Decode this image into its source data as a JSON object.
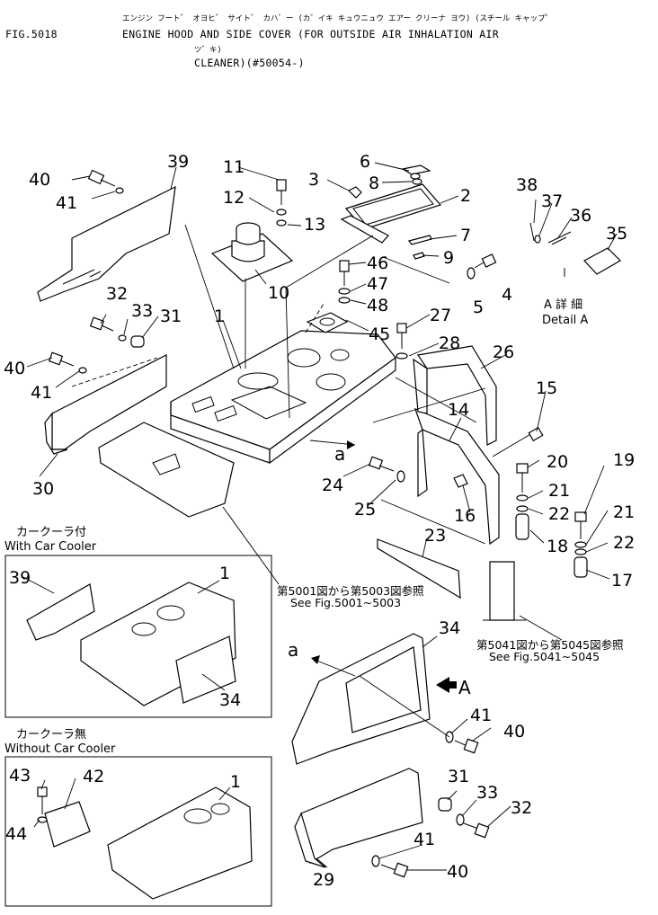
{
  "header": {
    "fig_no": "FIG.5018",
    "kana_title": "エンジン フート゛ オヨヒ゛ サイト゛ カハ゛ー (カ゛イキ キュウニュウ エアー クリーナ ヨウ) (スチール キャップ゜",
    "title_line1": "ENGINE HOOD AND SIDE COVER (FOR OUTSIDE AIR INHALATION AIR",
    "kana_line2": "ツ゛キ)",
    "title_line3": "CLEANER)(#50054-)"
  },
  "callouts": {
    "n1": "1",
    "n2": "2",
    "n3": "3",
    "n4": "4",
    "n5": "5",
    "n6": "6",
    "n7": "7",
    "n8": "8",
    "n9": "9",
    "n10": "10",
    "n11": "11",
    "n12": "12",
    "n13": "13",
    "n14": "14",
    "n15": "15",
    "n16": "16",
    "n17": "17",
    "n18": "18",
    "n19": "19",
    "n20": "20",
    "n21": "21",
    "n22": "22",
    "n23": "23",
    "n24": "24",
    "n25": "25",
    "n26": "26",
    "n27": "27",
    "n28": "28",
    "n29": "29",
    "n30": "30",
    "n31": "31",
    "n32": "32",
    "n33": "33",
    "n34": "34",
    "n35": "35",
    "n36": "36",
    "n37": "37",
    "n38": "38",
    "n39": "39",
    "n40": "40",
    "n41": "41",
    "n42": "42",
    "n43": "43",
    "n44": "44",
    "n45": "45",
    "n46": "46",
    "n47": "47",
    "n48": "48"
  },
  "detail": {
    "kana": "A 詳 細",
    "label": "Detail A"
  },
  "view_markers": {
    "a": "a",
    "A": "A"
  },
  "notes": {
    "with_car_cooler_kana": "カークーラ付",
    "with_car_cooler": "With Car Cooler",
    "without_car_cooler_kana": "カークーラ無",
    "without_car_cooler": "Without Car Cooler",
    "ref1_kana": "第5001図から第5003図参照",
    "ref1": "See Fig.5001~5003",
    "ref2_kana": "第5041図から第5045図参照",
    "ref2": "See Fig.5041~5045"
  }
}
